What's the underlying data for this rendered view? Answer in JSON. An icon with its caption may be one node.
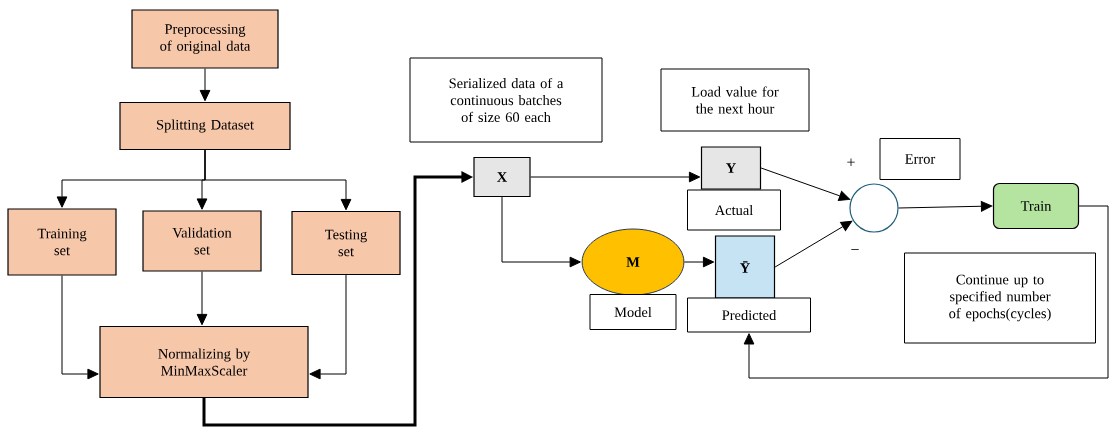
{
  "diagram": {
    "nodes": [
      {
        "text": [
          "Preprocessing of original data"
        ]
      },
      {
        "text": [
          "Splitting Dataset"
        ]
      },
      {
        "text": [
          "Training set"
        ]
      },
      {
        "text": [
          "Validation set"
        ]
      },
      {
        "text": [
          "Testing set"
        ]
      },
      {
        "text": [
          "Normalizing by MinMaxScaler"
        ]
      },
      {
        "text": [
          "Serialized data of a continuous batches of size 60 each"
        ]
      },
      {
        "text": [
          "Load value for the next hour"
        ]
      },
      {
        "text": [
          "X"
        ]
      },
      {
        "text": [
          "Y"
        ]
      },
      {
        "text": [
          "Actual"
        ]
      },
      {
        "text": [
          "M"
        ]
      },
      {
        "text": [
          "Model"
        ]
      },
      {
        "text": [
          "Ȳ"
        ]
      },
      {
        "text": [
          "Predicted"
        ]
      },
      {
        "text": [
          "Error"
        ]
      },
      {
        "text": [],
        "shape": "circle"
      },
      {
        "text": [
          "Train"
        ]
      },
      {
        "text": [
          "Continue up to specified number of epochs(cycles)"
        ]
      }
    ],
    "edges": [
      {
        "from": 0,
        "to": 1,
        "arrow": "to"
      },
      {
        "from": 1,
        "to": 2,
        "arrow": "to"
      },
      {
        "from": 1,
        "to": 3,
        "arrow": "to"
      },
      {
        "from": 1,
        "to": 4,
        "arrow": "to"
      },
      {
        "from": 2,
        "to": 5,
        "arrow": "to"
      },
      {
        "from": 3,
        "to": 5,
        "arrow": "to"
      },
      {
        "from": 4,
        "to": 5,
        "arrow": "to"
      },
      {
        "from": 5,
        "to": 8,
        "arrow": "to",
        "style": "thick"
      },
      {
        "from": 8,
        "to": 9,
        "arrow": "to"
      },
      {
        "from": 8,
        "to": 11,
        "arrow": "to"
      },
      {
        "from": 11,
        "to": 13,
        "arrow": "to"
      },
      {
        "from": 9,
        "to": 16,
        "arrow": "to"
      },
      {
        "from": 13,
        "to": 16,
        "arrow": "to"
      },
      {
        "from": 16,
        "to": 17,
        "arrow": "to"
      },
      {
        "from": 17,
        "to": 14,
        "arrow": "to"
      }
    ],
    "labels": [
      "+",
      "−"
    ]
  }
}
